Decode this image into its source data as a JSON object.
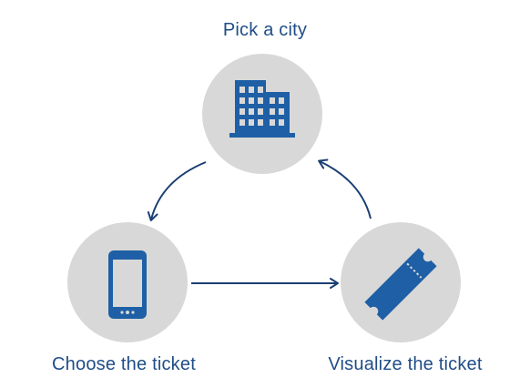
{
  "steps": {
    "pick_city": "Pick a city",
    "choose_ticket": "Choose the ticket",
    "visualize_ticket": "Visualize the ticket"
  },
  "icons": {
    "pick_city": "building-icon",
    "choose_ticket": "smartphone-icon",
    "visualize_ticket": "ticket-icon"
  },
  "colors": {
    "icon_blue": "#1e5fa6",
    "circle_gray": "#d8d8d8",
    "arrow_navy": "#1b3f73",
    "label_blue": "#1f4d87"
  }
}
